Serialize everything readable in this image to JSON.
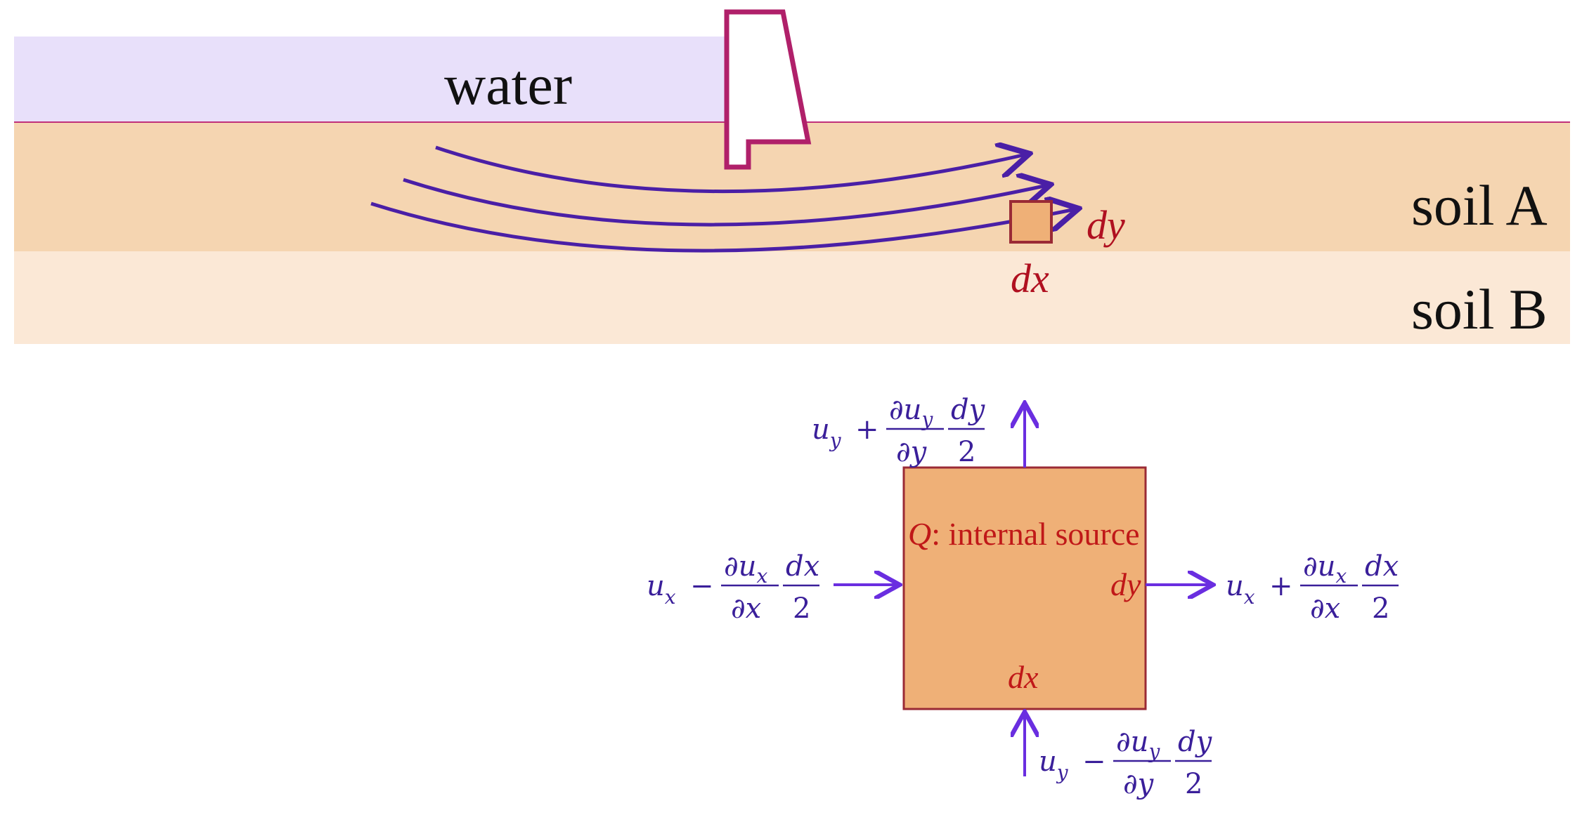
{
  "top": {
    "water_label": "water",
    "soil_a_label": "soil A",
    "soil_b_label": "soil B",
    "element_dy_label": "dy",
    "element_dx_label": "dx"
  },
  "element": {
    "source_symbol": "Q",
    "source_text": ": internal source",
    "dy_label": "dy",
    "dx_label": "dx"
  },
  "flux_terms": {
    "top": {
      "u": "u",
      "sub": "y",
      "sign": "+",
      "num_d": "∂u",
      "num_sub": "y",
      "den": "∂y",
      "frac2_num": "dy",
      "frac2_den": "2"
    },
    "bottom": {
      "u": "u",
      "sub": "y",
      "sign": "−",
      "num_d": "∂u",
      "num_sub": "y",
      "den": "∂y",
      "frac2_num": "dy",
      "frac2_den": "2"
    },
    "left": {
      "u": "u",
      "sub": "x",
      "sign": "−",
      "num_d": "∂u",
      "num_sub": "x",
      "den": "∂x",
      "frac2_num": "dx",
      "frac2_den": "2"
    },
    "right": {
      "u": "u",
      "sub": "x",
      "sign": "+",
      "num_d": "∂u",
      "num_sub": "x",
      "den": "∂x",
      "frac2_num": "dx",
      "frac2_den": "2"
    }
  },
  "colors": {
    "water": "#e8e0fa",
    "soil_a": "#f5d5b1",
    "soil_b": "#fbe8d6",
    "dam_stroke": "#b0206a",
    "flow_line": "#4a1fa6",
    "element_fill": "#efb077",
    "element_stroke": "#9a2a35",
    "flux_arrow": "#6a2ee0",
    "label_red": "#c01818"
  }
}
